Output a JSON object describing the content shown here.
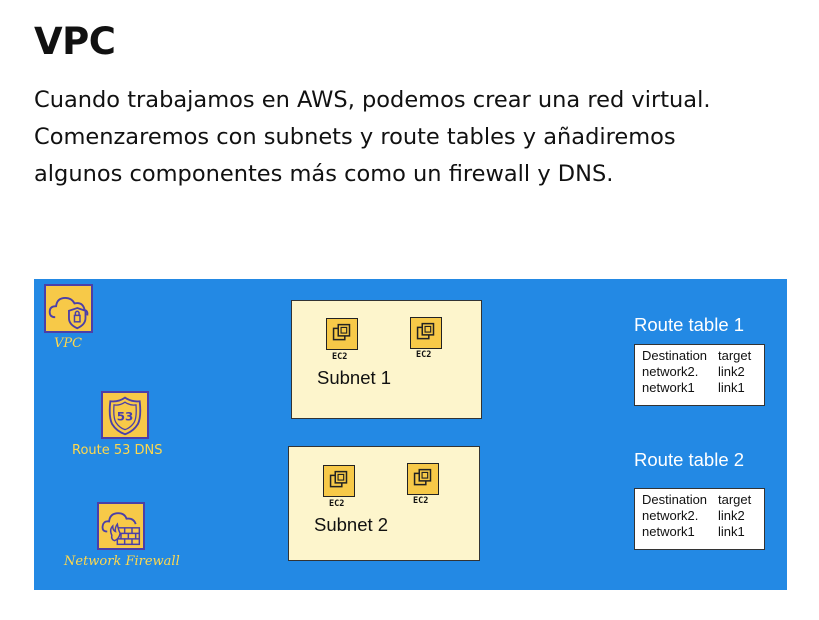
{
  "header": {
    "title": "VPC",
    "intro_lines": [
      "Cuando trabajamos en AWS, podemos crear una red virtual.",
      "Comenzaremos con subnets y route tables y añadiremos",
      "algunos componentes más como un firewall y DNS."
    ]
  },
  "diagram": {
    "background": "#2389e4",
    "icons": {
      "vpc": {
        "label": "VPC",
        "icon": "cloud-shield-icon"
      },
      "dns": {
        "label": "Route 53 DNS",
        "icon": "route53-shield-icon",
        "badge": "53"
      },
      "firewall": {
        "label": "Network Firewall",
        "icon": "firewall-icon"
      }
    },
    "subnets": [
      {
        "label": "Subnet 1",
        "instances": [
          "EC2",
          "EC2"
        ]
      },
      {
        "label": "Subnet 2",
        "instances": [
          "EC2",
          "EC2"
        ]
      }
    ],
    "route_tables": [
      {
        "title": "Route table 1",
        "headers": [
          "Destination",
          "target"
        ],
        "rows": [
          [
            "network2.",
            "link2"
          ],
          [
            "network1",
            "link1"
          ]
        ]
      },
      {
        "title": "Route table 2",
        "headers": [
          "Destination",
          "target"
        ],
        "rows": [
          [
            "network2.",
            "link2"
          ],
          [
            "network1",
            "link1"
          ]
        ]
      }
    ],
    "colors": {
      "icon_fill": "#f7c948",
      "icon_border": "#4b3fa8",
      "icon_label": "#ffd84d",
      "subnet_fill": "#fdf5cc"
    }
  }
}
